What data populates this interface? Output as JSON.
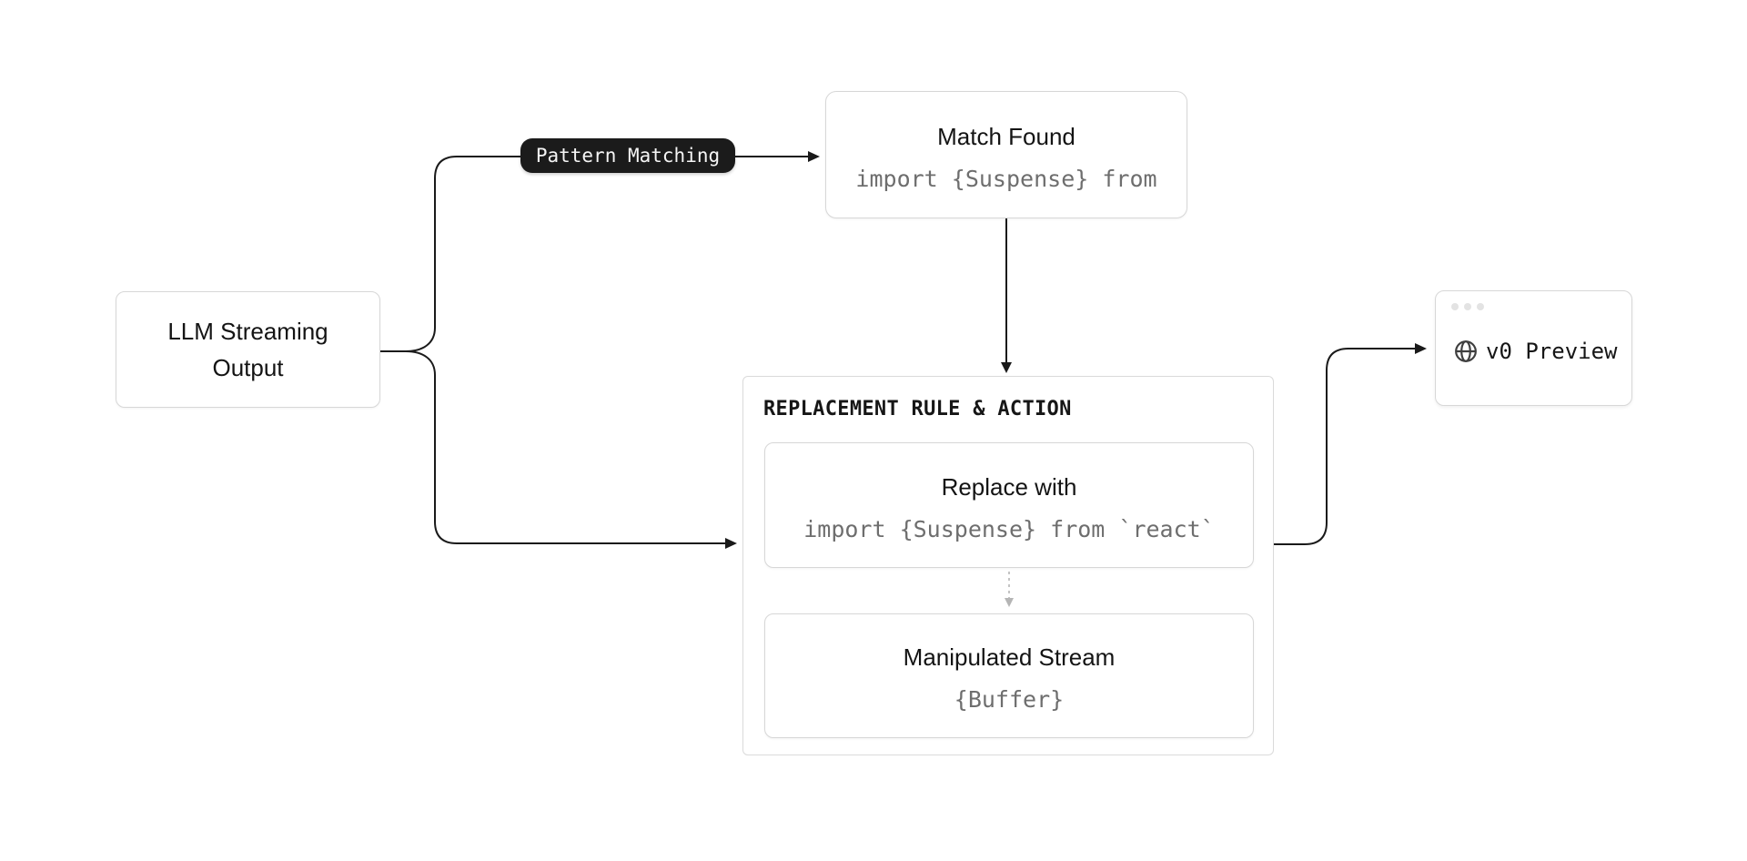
{
  "diagram": {
    "llm_node": {
      "title": "LLM Streaming Output"
    },
    "pattern_badge": {
      "label": "Pattern Matching"
    },
    "match_node": {
      "title": "Match Found",
      "code": "import {Suspense} from"
    },
    "replacement_group": {
      "header": "REPLACEMENT RULE & ACTION"
    },
    "replace_node": {
      "title": "Replace with",
      "code": "import {Suspense} from `react`"
    },
    "manipulated_node": {
      "title": "Manipulated Stream",
      "code": "{Buffer}"
    },
    "preview_node": {
      "label": "v0 Preview",
      "icon": "globe-icon",
      "window_dots_count": 3
    },
    "colors": {
      "background": "#ffffff",
      "connector": "#1a1a1a",
      "dotted_connector": "#b5b5b5",
      "border": "#d7d7d7",
      "badge_bg": "#1b1b1b",
      "badge_text": "#f5f5f5",
      "title_text": "#141414",
      "code_text": "#6e6e6e",
      "window_dot": "#e3e3e3",
      "globe": "#3f3f3f"
    }
  }
}
